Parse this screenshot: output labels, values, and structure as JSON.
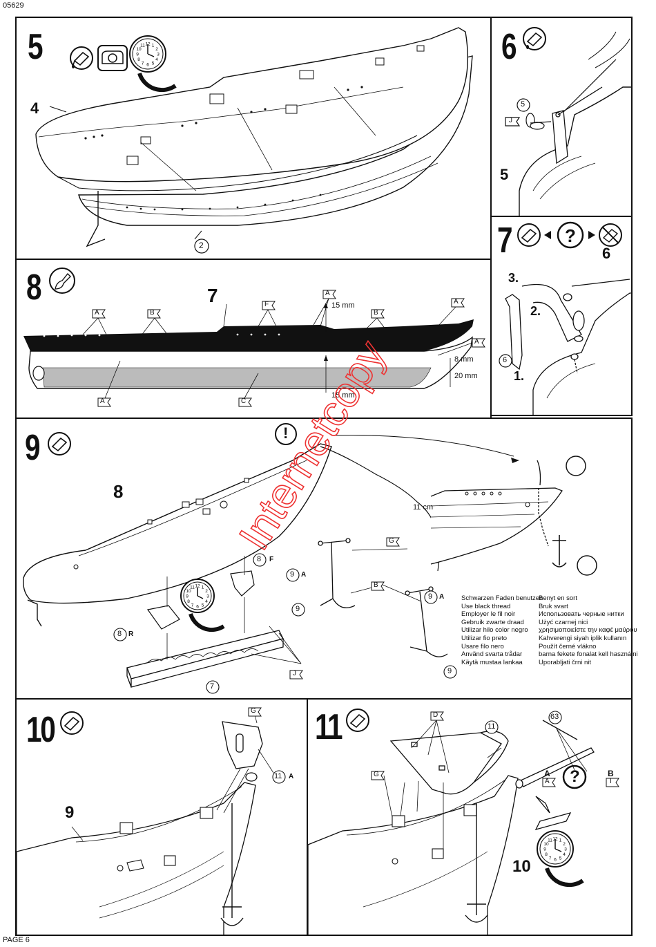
{
  "header": {
    "code": "05629"
  },
  "footer": {
    "page": "PAGE 6"
  },
  "watermark": {
    "text": "Internetcopy",
    "color": "#e33"
  },
  "steps": {
    "s5": {
      "number": "5",
      "part_4": "4",
      "part_2": "2"
    },
    "s6": {
      "number": "6",
      "part_5a": "5",
      "part_5b": "5",
      "flag_j": "J"
    },
    "s7": {
      "number": "7",
      "part_6a": "6",
      "part_6b": "6",
      "order_1": "1.",
      "order_2": "2.",
      "order_3": "3.",
      "question": "?"
    },
    "s8": {
      "number": "8",
      "part_7": "7",
      "flags": [
        "A",
        "B",
        "F",
        "A",
        "A",
        "B",
        "A",
        "A",
        "C"
      ],
      "dim_15_top": "15 mm",
      "dim_8": "8 mm",
      "dim_20": "20 mm",
      "dim_15_bottom": "15 mm"
    },
    "s9": {
      "number": "9",
      "part_8": "8",
      "part_8f": "8",
      "suffix_f": "F",
      "part_8r": "8",
      "suffix_r": "R",
      "part_9a1": "9",
      "suffix_a1": "A",
      "part_9a2": "9",
      "suffix_a2": "A",
      "part_9c": "9",
      "part_9d": "9",
      "part_7": "7",
      "flag_g": "G",
      "flag_b": "B",
      "flag_j": "J",
      "dim_11": "11 cm",
      "warning": "!"
    },
    "s10": {
      "number": "10",
      "part_9": "9",
      "part_11": "11",
      "suffix_a": "A",
      "flag_g": "G"
    },
    "s11": {
      "number": "11",
      "part_11": "11",
      "part_10": "10",
      "part_63": "63",
      "flag_d": "D",
      "flag_g": "G",
      "flag_a": "A",
      "flag_i": "I",
      "label_a": "A",
      "label_b": "B",
      "question": "?"
    }
  },
  "thread_instructions": {
    "left": [
      "Schwarzen Faden benutzen",
      "Use black thread",
      "Employer le fil noir",
      "Gebruik zwarte draad",
      "Utilizar hilo color negro",
      "Utilizar fio preto",
      "Usare filo nero",
      "Använd svarta trådar",
      "Käytä mustaa lankaa"
    ],
    "right": [
      "Benyt en sort",
      "Bruk svart",
      "Использовать черные нитки",
      "Użyć czarnej nici",
      "χρησιμοποιείστε την καφέ μαύρου",
      "Kahverengi siyah iplik kullanın",
      "Použít černé vlákno",
      "barna fekete fonalat kell használni",
      "Uporabljati črni nit"
    ]
  },
  "clock": {
    "numerals": [
      "12",
      "1",
      "2",
      "3",
      "4",
      "5",
      "6",
      "7",
      "8",
      "9",
      "10",
      "11"
    ]
  }
}
